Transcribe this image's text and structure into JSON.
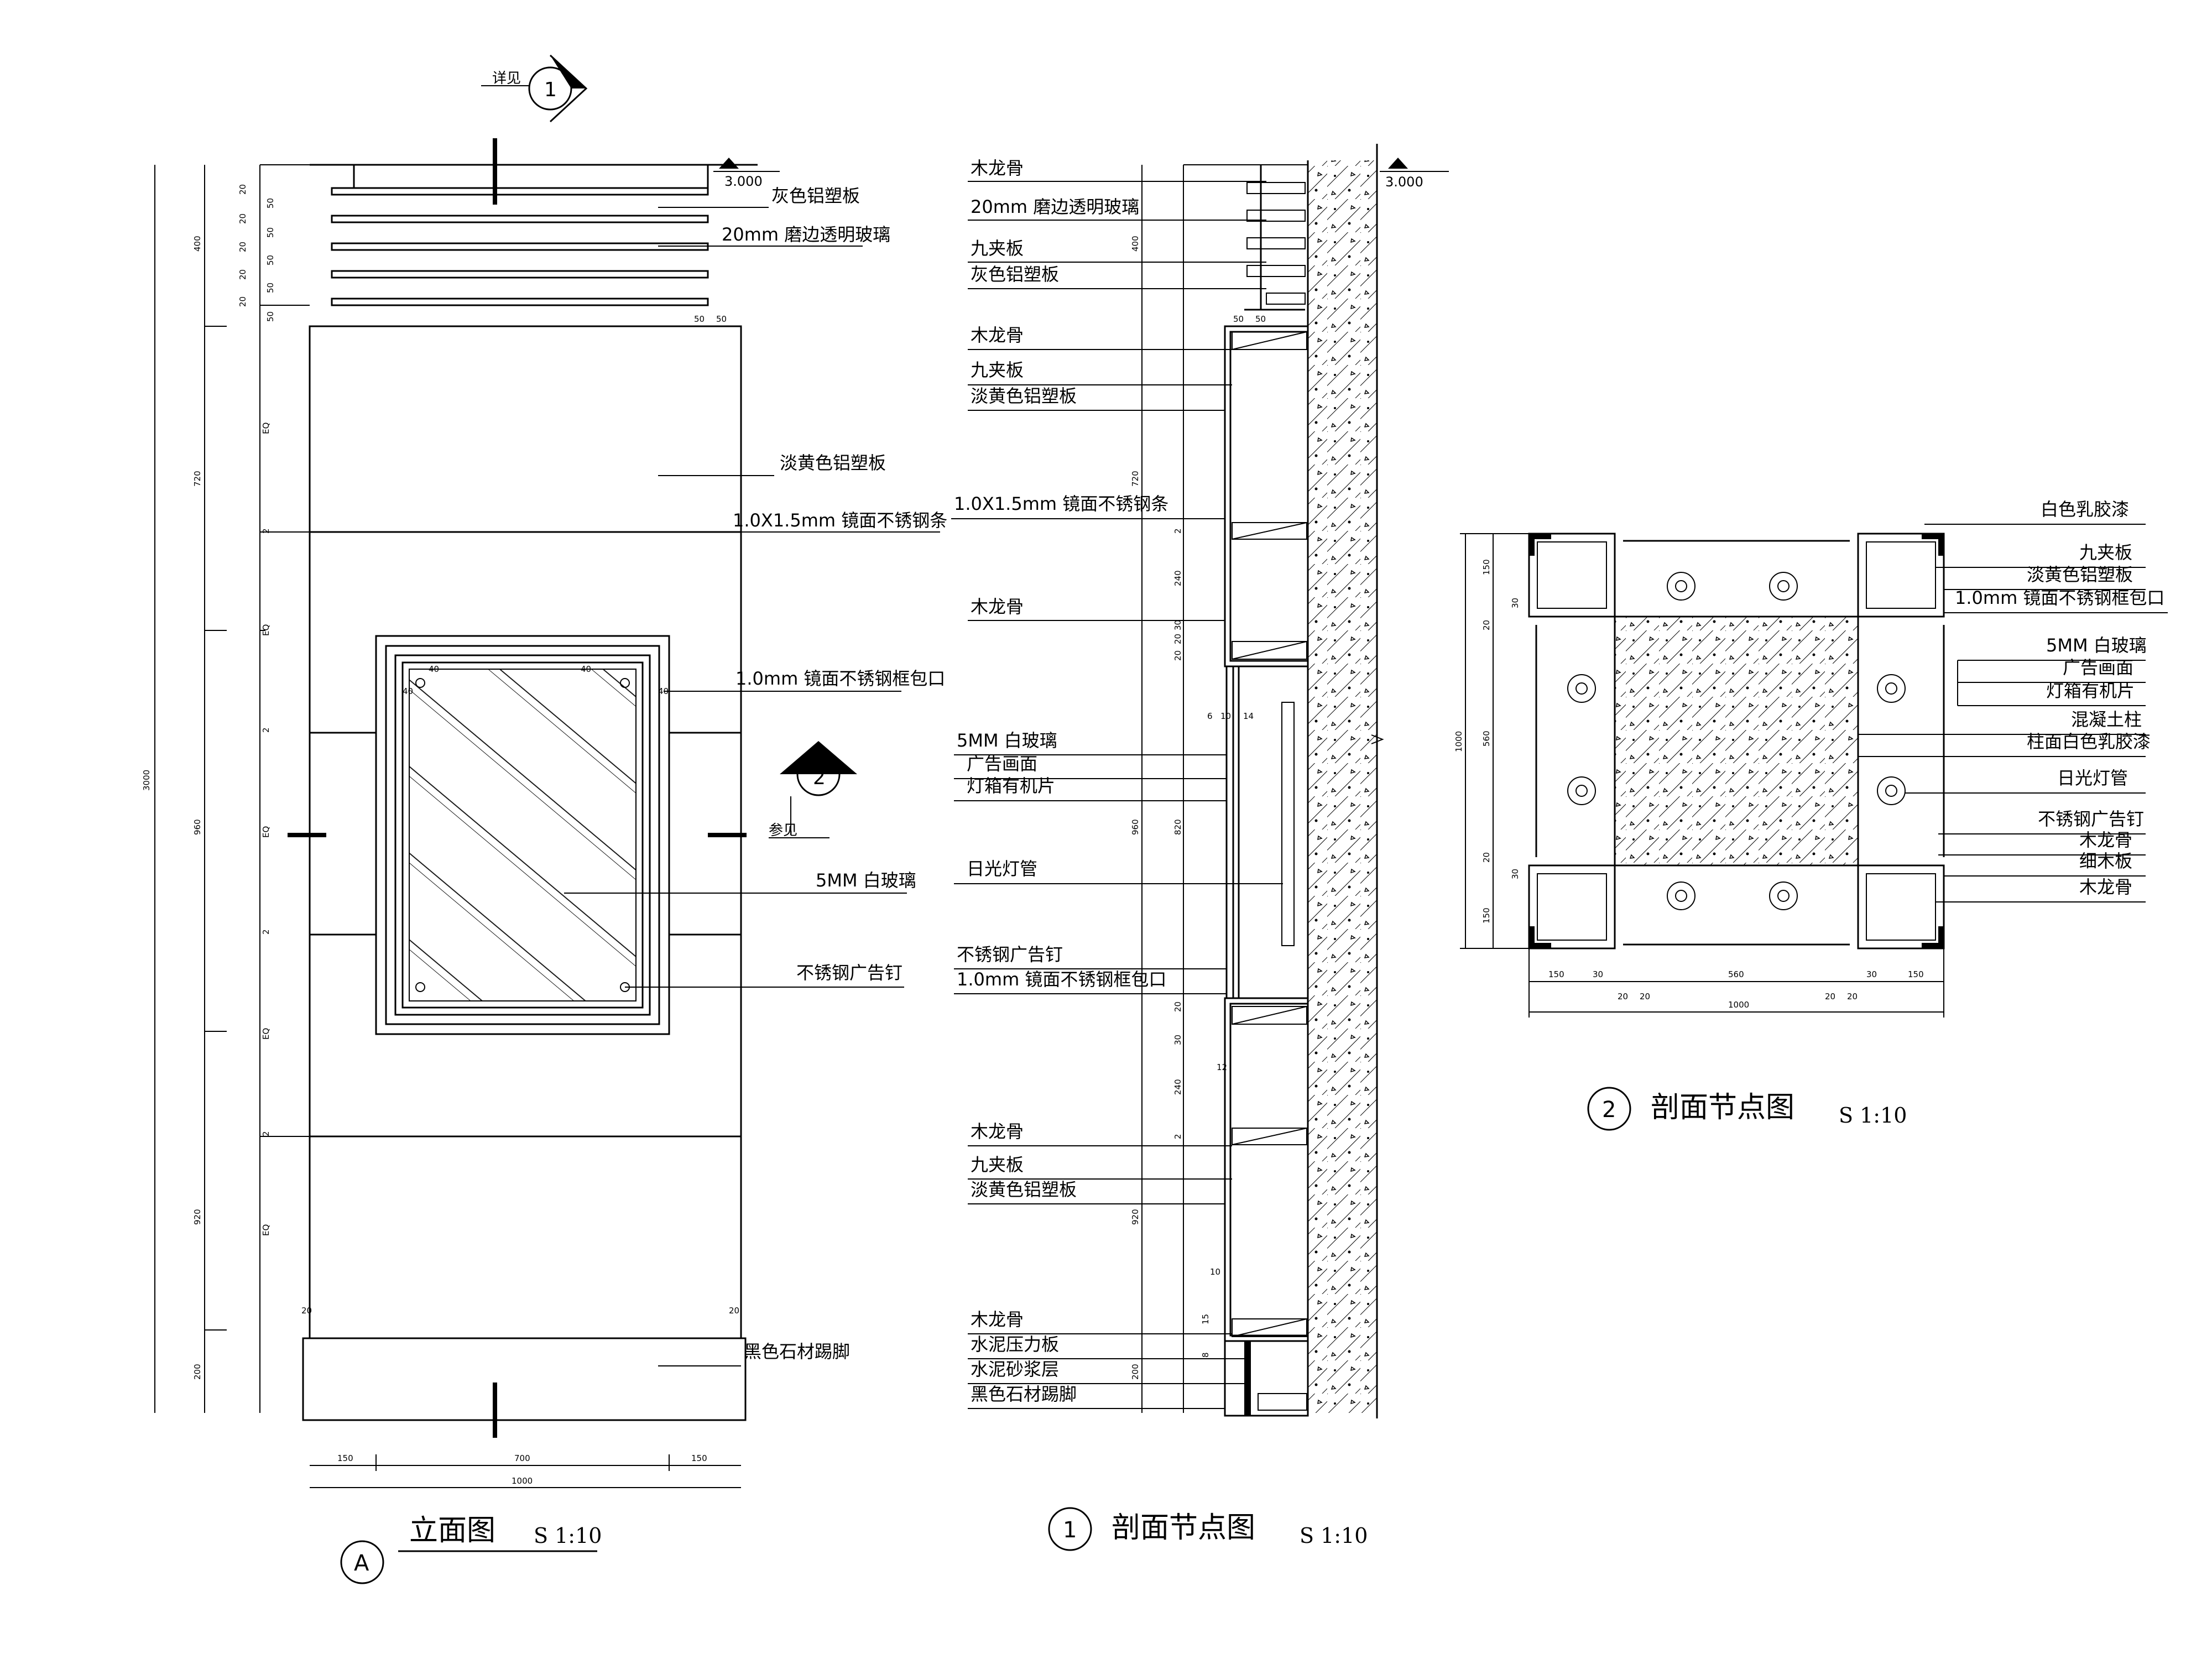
{
  "elevation": {
    "title": "立面图",
    "marker": "A",
    "scale": "S 1:10",
    "detail_ref": {
      "number": "1",
      "label": "详见"
    },
    "section_ref": {
      "number": "2",
      "label": "参见"
    },
    "level": "3.000",
    "labels": {
      "gray_panel": "灰色铝塑板",
      "glass": "20mm 磨边透明玻璃",
      "yellow_panel": "淡黄色铝塑板",
      "steel_strip": "1.0X1.5mm 镜面不锈钢条",
      "steel_frame": "1.0mm 镜面不锈钢框包口",
      "white_glass": "5MM 白玻璃",
      "ad_nail": "不锈钢广告钉",
      "baseboard": "黑色石材踢脚"
    },
    "dims_total": "3000",
    "dims_left": [
      "400",
      "720",
      "960",
      "920",
      "200"
    ],
    "dims_small": [
      "20",
      "50",
      "20",
      "50",
      "20",
      "50",
      "20",
      "50",
      "20",
      "50",
      "EQ",
      "2",
      "EQ",
      "2",
      "EQ",
      "2",
      "EQ",
      "2",
      "EQ"
    ],
    "dims_bottom": [
      "150",
      "700",
      "150"
    ],
    "dims_bottom_total": "1000",
    "dims_misc": [
      "50",
      "50",
      "40",
      "40",
      "40",
      "40",
      "20",
      "20"
    ]
  },
  "section1": {
    "title": "剖面节点图",
    "marker": "1",
    "scale": "S 1:10",
    "level": "3.000",
    "labels": {
      "wood1": "木龙骨",
      "glass": "20mm 磨边透明玻璃",
      "ply1": "九夹板",
      "gray_panel": "灰色铝塑板",
      "wood2": "木龙骨",
      "ply2": "九夹板",
      "yellow1": "淡黄色铝塑板",
      "steel_strip": "1.0X1.5mm 镜面不锈钢条",
      "wood3": "木龙骨",
      "white_glass": "5MM 白玻璃",
      "ad_face": "广告画面",
      "lightbox": "灯箱有机片",
      "tube": "日光灯管",
      "ad_nail": "不锈钢广告钉",
      "frame": "1.0mm 镜面不锈钢框包口",
      "wood4": "木龙骨",
      "ply3": "九夹板",
      "yellow2": "淡黄色铝塑板",
      "wood5": "木龙骨",
      "cement_board": "水泥压力板",
      "mortar": "水泥砂浆层",
      "baseboard": "黑色石材踢脚"
    },
    "dims": [
      "400",
      "720",
      "960",
      "920",
      "200",
      "50",
      "50",
      "30",
      "20",
      "20",
      "240",
      "2",
      "6",
      "10",
      "14",
      "820",
      "20",
      "30",
      "240",
      "2",
      "12",
      "10",
      "15",
      "8"
    ]
  },
  "section2": {
    "title": "剖面节点图",
    "marker": "2",
    "scale": "S 1:10",
    "labels": {
      "latex1": "白色乳胶漆",
      "ply": "九夹板",
      "yellow": "淡黄色铝塑板",
      "frame": "1.0mm 镜面不锈钢框包口",
      "white_glass": "5MM 白玻璃",
      "ad_face": "广告画面",
      "lightbox": "灯箱有机片",
      "concrete": "混凝土柱",
      "latex2": "柱面白色乳胶漆",
      "tube": "日光灯管",
      "ad_nail": "不锈钢广告钉",
      "wood1": "木龙骨",
      "fine_board": "细木板",
      "wood2": "木龙骨"
    },
    "dims_left": [
      "150",
      "30",
      "20",
      "560",
      "20",
      "30",
      "150"
    ],
    "dims_left_total": "1000",
    "dims_bottom": [
      "150",
      "30",
      "560",
      "30",
      "150"
    ],
    "dims_bottom2": [
      "20",
      "20",
      "20",
      "20"
    ],
    "dims_bottom_total": "1000"
  }
}
